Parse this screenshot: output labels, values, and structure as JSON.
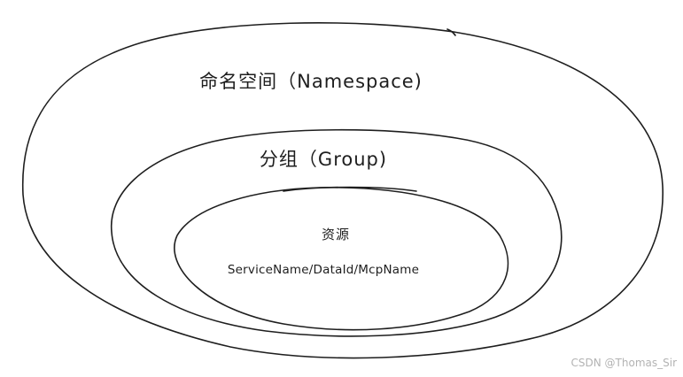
{
  "namespace": {
    "label": "命名空间（Namespace)"
  },
  "group": {
    "label": "分组（Group)"
  },
  "resource": {
    "label": "资源",
    "identifiers": "ServiceName/DataId/McpName"
  },
  "watermark": "CSDN @Thomas_Sir",
  "colors": {
    "stroke": "#1e1e1e",
    "watermark": "#b3b3b3",
    "background": "#ffffff"
  }
}
